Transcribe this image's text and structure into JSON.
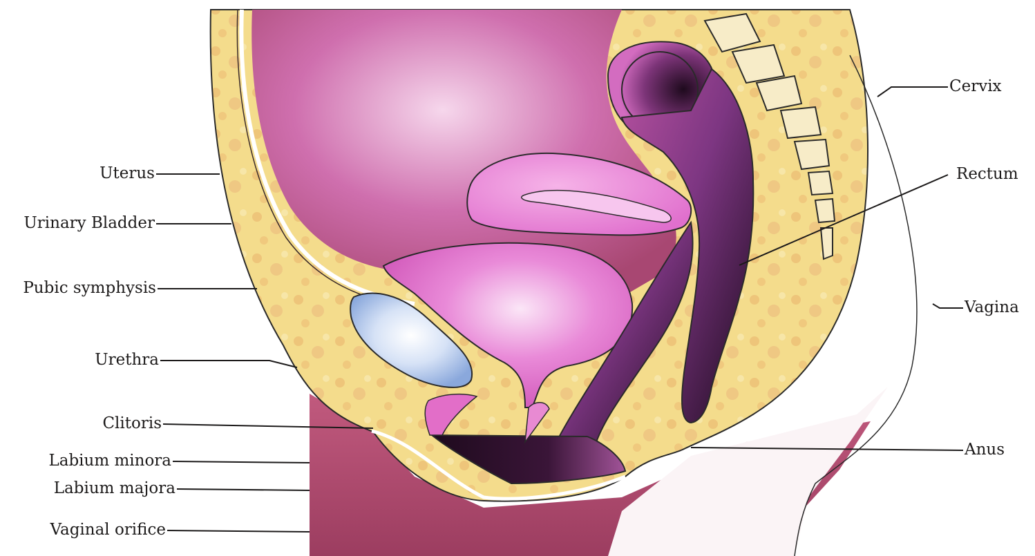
{
  "labels": {
    "uterus": "Uterus",
    "urinary_bladder": "Urinary Bladder",
    "pubic_symphysis": "Pubic symphysis",
    "urethra": "Urethra",
    "clitoris": "Clitoris",
    "labium_minora": "Labium minora",
    "labium_majora": "Labium majora",
    "vaginal_orifice": "Vaginal orifice",
    "cervix": "Cervix",
    "rectum": "Rectum",
    "vagina": "Vagina",
    "anus": "Anus"
  },
  "colors": {
    "fat": "#f4dc8c",
    "fat_spots": "#eec57a",
    "skin": "#b6486e",
    "bladder": "#de6fc6",
    "uterus": "#e879d2",
    "rectum_dark": "#2a0f28",
    "rectum_mid": "#8a3a87",
    "bone": "#9bb4de",
    "spine": "#f7ecc8",
    "line": "#2a2a2a"
  }
}
